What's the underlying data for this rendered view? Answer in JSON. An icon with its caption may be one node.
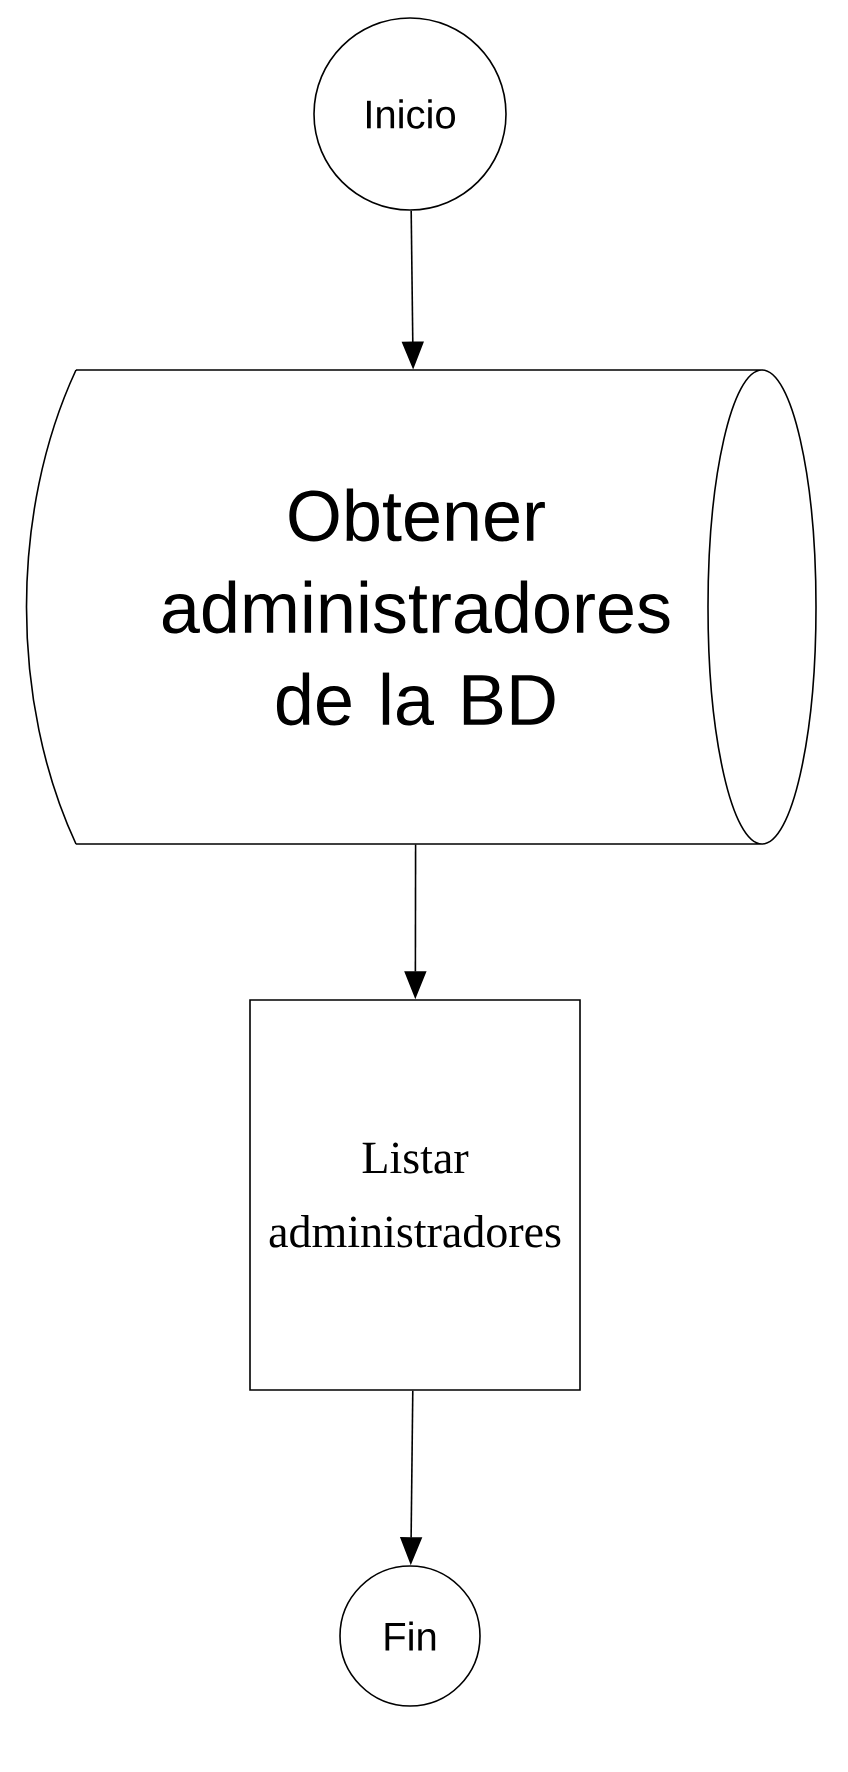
{
  "diagram": {
    "nodes": [
      {
        "text": [
          "Inicio"
        ]
      },
      {
        "text": [
          "Obtener administradores de la BD"
        ]
      },
      {
        "text": [
          "Listar administradores"
        ]
      },
      {
        "text": [
          "Fin"
        ]
      }
    ],
    "edges": [
      {
        "from": 0,
        "to": 1,
        "arrow": "to"
      },
      {
        "from": 1,
        "to": 2,
        "arrow": "to"
      },
      {
        "from": 2,
        "to": 3,
        "arrow": "to"
      }
    ]
  }
}
